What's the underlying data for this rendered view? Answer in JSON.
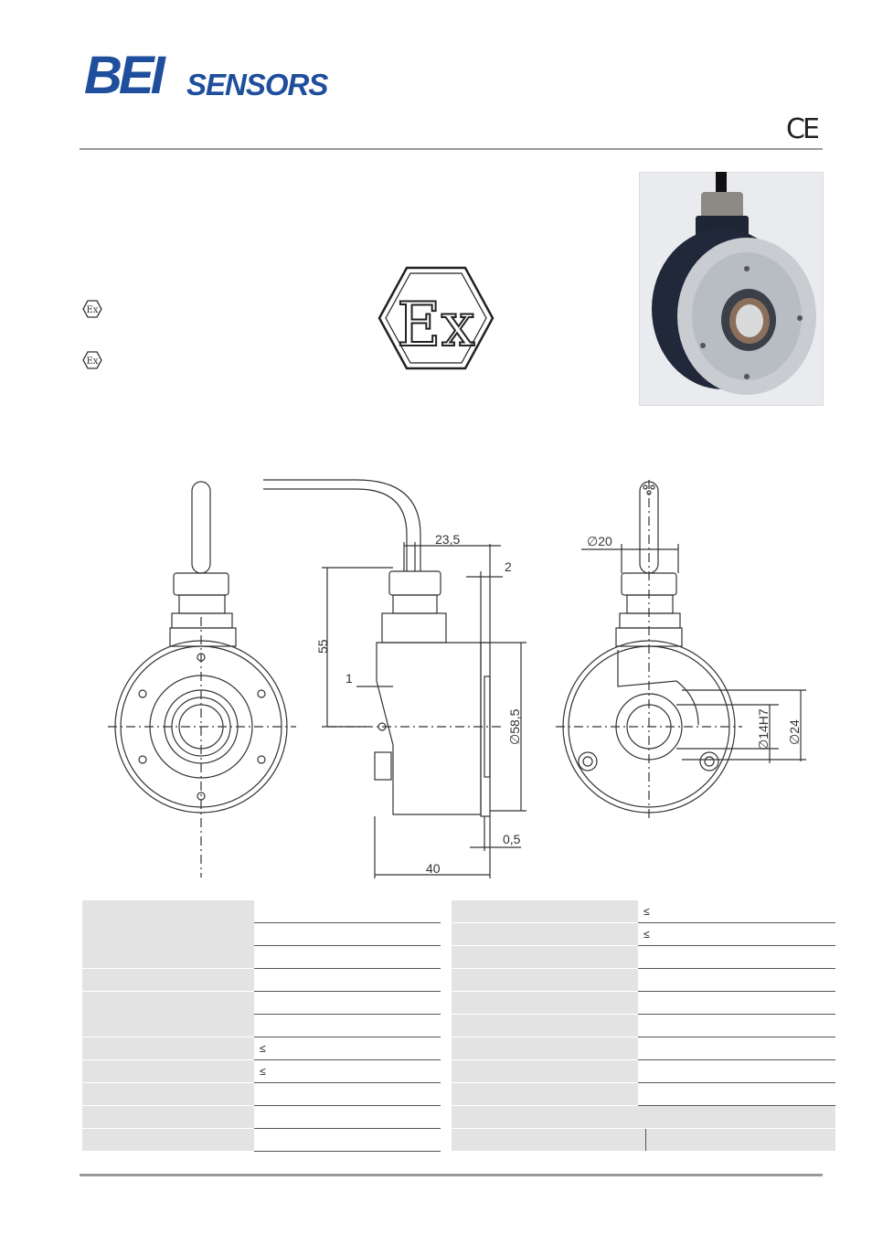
{
  "header": {
    "brand_bei": "BEI",
    "brand_sensors": "SENSORS",
    "ce_mark": "CE"
  },
  "certifications": {
    "ex_small_label": "Ex",
    "ex_big_label": "Ex"
  },
  "drawing": {
    "dimensions": {
      "d23_5": "23,5",
      "d2": "2",
      "d55": "55",
      "d1": "1",
      "d58_5": "∅58,5",
      "d0_5": "0,5",
      "d40": "40",
      "d20": "∅20",
      "d14h7": "∅14H7",
      "d24": "∅24"
    }
  },
  "spec_tables": {
    "left_symbols": [
      "≤",
      "≤"
    ],
    "right_symbols": [
      "≤",
      "≤"
    ]
  },
  "colors": {
    "brand_blue": "#1f4e9c",
    "rule_gray": "#9a9a96",
    "label_gray": "#e3e3e3"
  }
}
